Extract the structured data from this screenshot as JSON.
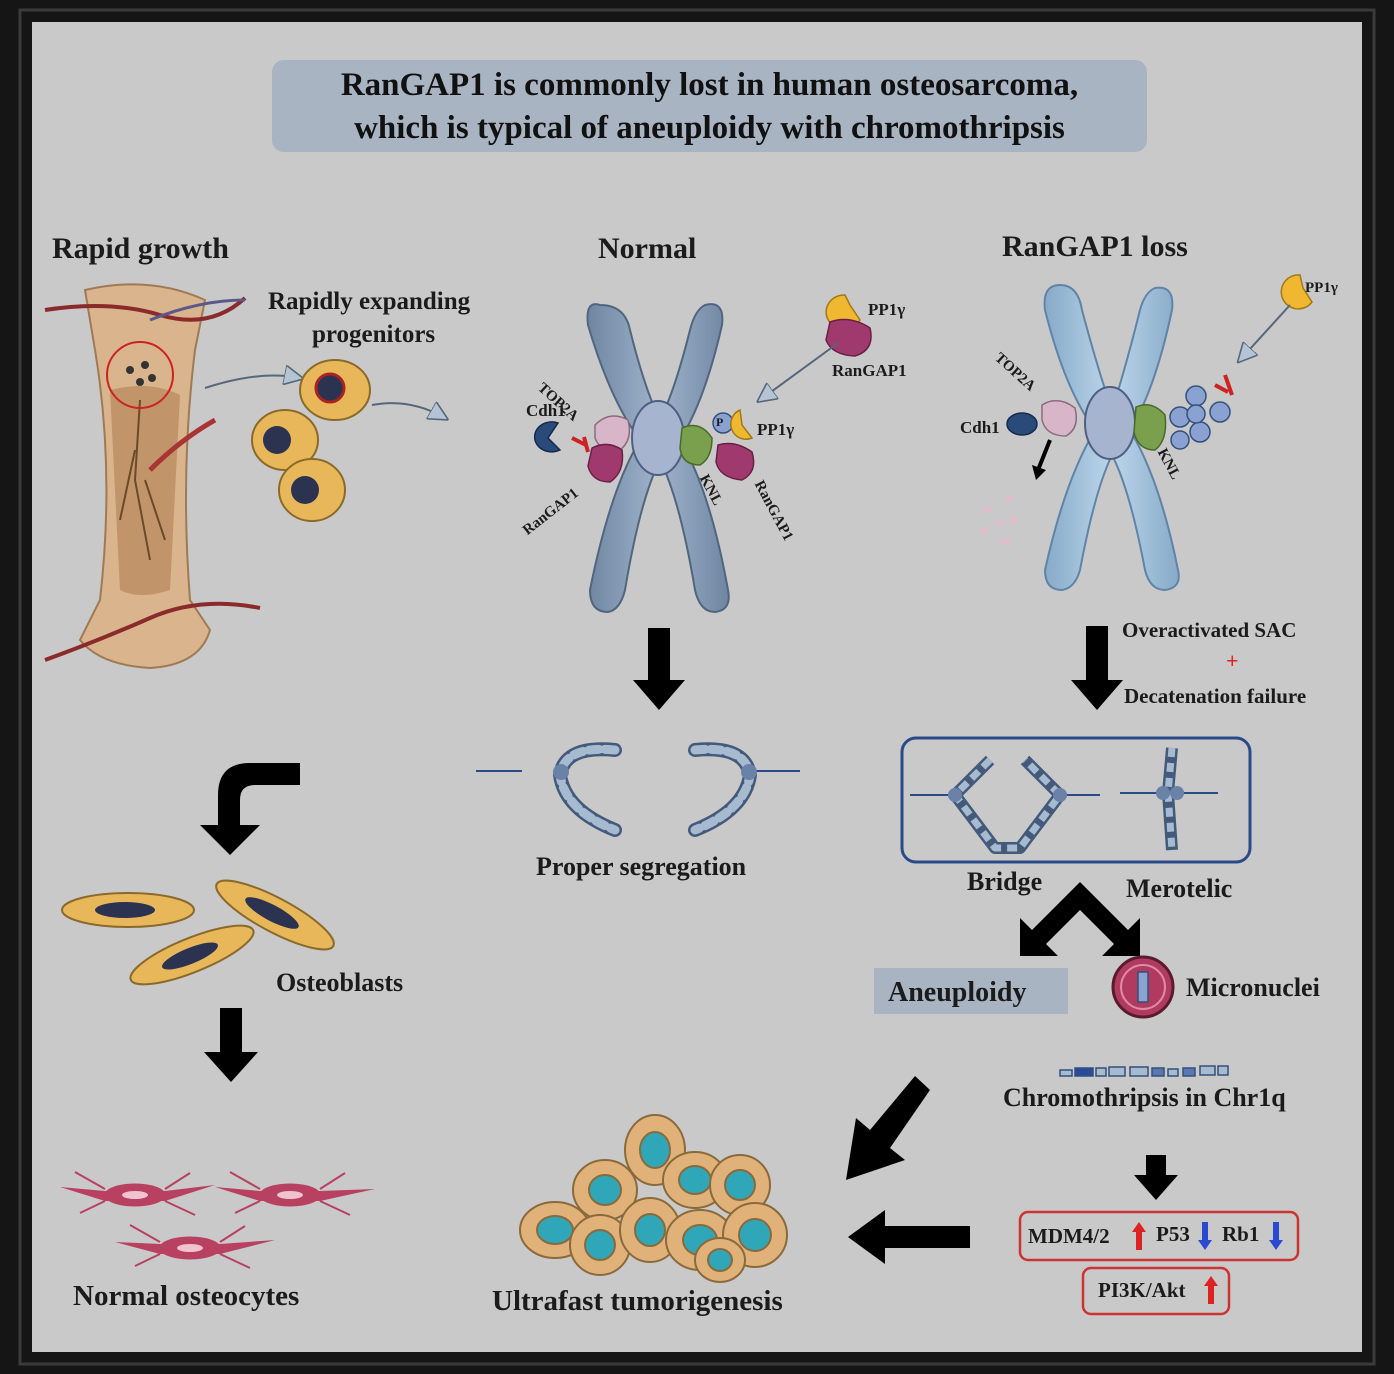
{
  "title": {
    "line1": "RanGAP1 is commonly lost in human osteosarcoma,",
    "line2": "which is typical of aneuploidy with chromothripsis"
  },
  "columns": {
    "left": "Rapid growth",
    "middle": "Normal",
    "right": "RanGAP1 loss"
  },
  "labels": {
    "progenitors_l1": "Rapidly expanding",
    "progenitors_l2": "progenitors",
    "top2a": "TOP2A",
    "cdh1": "Cdh1",
    "rangap1": "RanGAP1",
    "knl": "KNL",
    "pp1g": "PP1γ",
    "p": "P",
    "overactivated_sac": "Overactivated SAC",
    "plus": "+",
    "decatenation_failure": "Decatenation failure",
    "proper_segregation": "Proper segregation",
    "bridge": "Bridge",
    "merotelic": "Merotelic",
    "aneuploidy": "Aneuploidy",
    "micronuclei": "Micronuclei",
    "osteoblasts": "Osteoblasts",
    "chromothripsis": "Chromothripsis in Chr1q",
    "mdm": "MDM4/2",
    "p53": "P53",
    "rb1": "Rb1",
    "pi3k": "PI3K/Akt",
    "normal_osteocytes": "Normal osteocytes",
    "ultrafast": "Ultrafast tumorigenesis"
  },
  "colors": {
    "chromosome_normal": "#8fa4bd",
    "chromosome_loss": "#a9c6de",
    "cell_body": "#e8b75a",
    "nucleus": "#2b3350",
    "rangap1": "#a03a6e",
    "knl": "#7aa04e",
    "pp1": "#f0b730",
    "top2a": "#d9b5c9",
    "inhibit": "#cc2222",
    "tumor": "#2fa7b8",
    "osteocyte": "#b84060"
  }
}
